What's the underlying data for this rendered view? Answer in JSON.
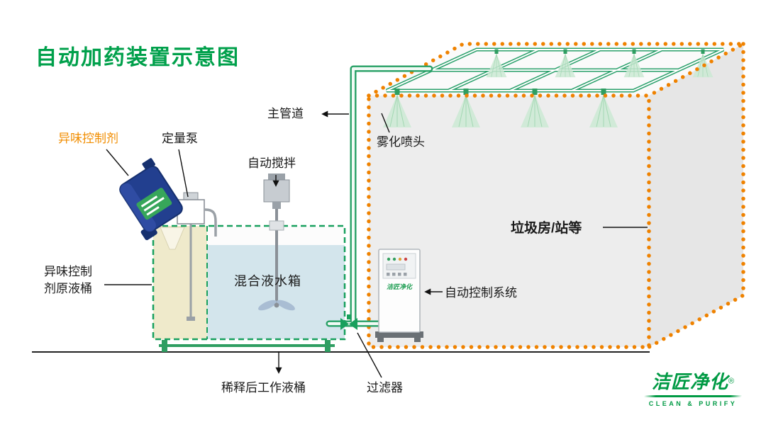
{
  "title": "自动加药装置示意图",
  "labels": {
    "odor_agent": "异味控制剂",
    "metering_pump": "定量泵",
    "auto_stirring": "自动搅拌",
    "main_pipeline": "主管道",
    "atomizing_nozzle": "雾化喷头",
    "garbage_room": "垃圾房/站等",
    "stock_barrel_line1": "异味控制",
    "stock_barrel_line2": "剂原液桶",
    "mixing_tank": "混合液水箱",
    "auto_control_system": "自动控制系统",
    "diluted_working_barrel": "稀释后工作液桶",
    "filter": "过滤器"
  },
  "cabinet": {
    "brand": "洁匠净化"
  },
  "logo": {
    "name": "洁匠净化",
    "registered": "®",
    "tagline": "CLEAN & PURIFY"
  },
  "colors": {
    "title_green": "#00a04b",
    "accent_orange": "#f18d00",
    "dotted_outline_orange": "#ef8200",
    "pipe_green": "#27a066",
    "water_blue": "#d3e5ec",
    "stock_beige": "#efeacb",
    "jug_blue": "#223f8f",
    "logo_green": "#009a44"
  }
}
